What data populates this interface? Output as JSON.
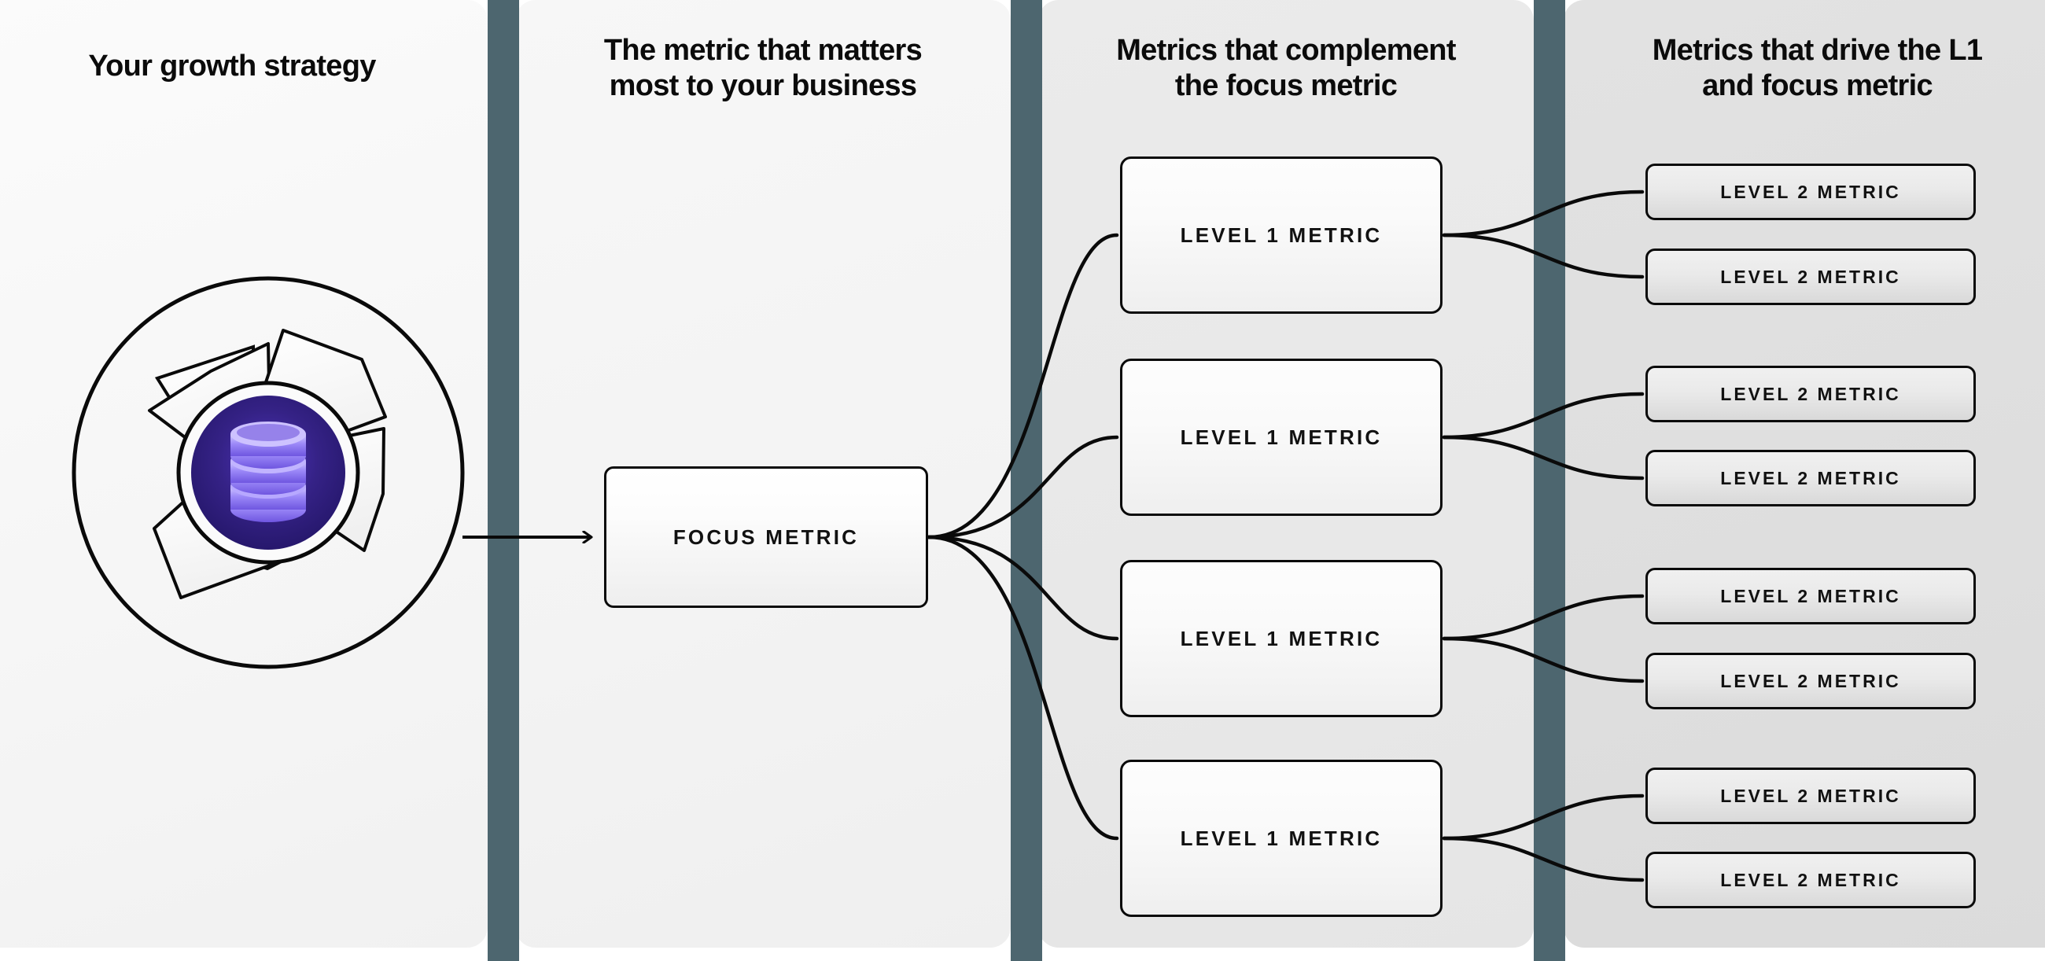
{
  "columns": [
    {
      "id": "growth-strategy",
      "title": "Your growth strategy"
    },
    {
      "id": "focus-metric",
      "title": "The metric that matters\nmost to your business"
    },
    {
      "id": "complement-metrics",
      "title": "Metrics that complement\nthe focus metric"
    },
    {
      "id": "driver-metrics",
      "title": "Metrics that drive the L1\nand focus metric"
    }
  ],
  "logo": {
    "name": "aperture-database-logo",
    "icon": "database-icon",
    "ring_color": "#0a0a0a",
    "blade_fill": "#fbfbfb",
    "core_outer_color": "#2a1a6e",
    "core_inner_color": "#4a2fb0",
    "disk_color": "#8d7bf5",
    "disk_highlight": "#c9c0ff"
  },
  "focus": {
    "label": "FOCUS METRIC"
  },
  "level1": [
    {
      "label": "LEVEL 1 METRIC"
    },
    {
      "label": "LEVEL 1 METRIC"
    },
    {
      "label": "LEVEL 1 METRIC"
    },
    {
      "label": "LEVEL 1 METRIC"
    }
  ],
  "level2": [
    {
      "label": "LEVEL 2 METRIC"
    },
    {
      "label": "LEVEL 2 METRIC"
    },
    {
      "label": "LEVEL 2 METRIC"
    },
    {
      "label": "LEVEL 2 METRIC"
    },
    {
      "label": "LEVEL 2 METRIC"
    },
    {
      "label": "LEVEL 2 METRIC"
    },
    {
      "label": "LEVEL 2 METRIC"
    },
    {
      "label": "LEVEL 2 METRIC"
    }
  ],
  "colors": {
    "separator": "#4d666f",
    "panel_1": "#f7f7f7",
    "panel_2": "#f3f3f3",
    "panel_3": "#e8e8e8",
    "panel_4": "#dedede",
    "stroke": "#0a0a0a",
    "text": "#0b0b0b"
  },
  "connectors": {
    "source_arrow": "logo-to-focus-arrow",
    "focus_fanout_count": 4,
    "l1_fanout_count": 2
  }
}
